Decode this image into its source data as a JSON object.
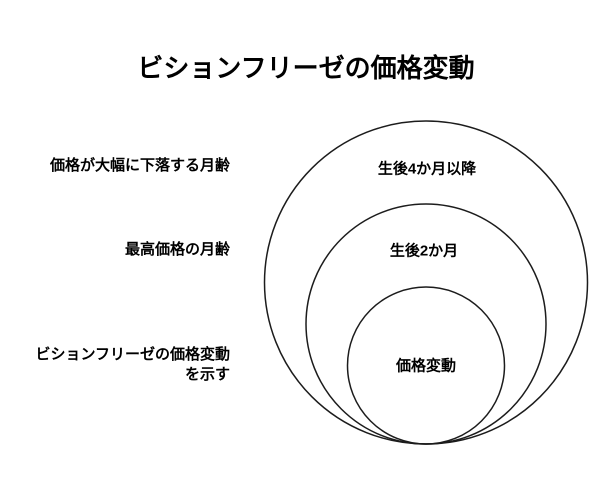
{
  "title": "ビションフリーゼの価格変動",
  "diagram": {
    "type": "nested-circles",
    "background": "#ffffff",
    "stroke_color": "#1c1c1c",
    "text_color": "#000000",
    "rings": [
      {
        "id": "outer",
        "label": "生後4か月以降",
        "caption": "価格が大幅に下落する月齢"
      },
      {
        "id": "middle",
        "label": "生後2か月",
        "caption": "最高価格の月齢"
      },
      {
        "id": "inner",
        "label": "価格変動",
        "caption": "ビションフリーゼの価格変動\nを示す"
      }
    ]
  }
}
